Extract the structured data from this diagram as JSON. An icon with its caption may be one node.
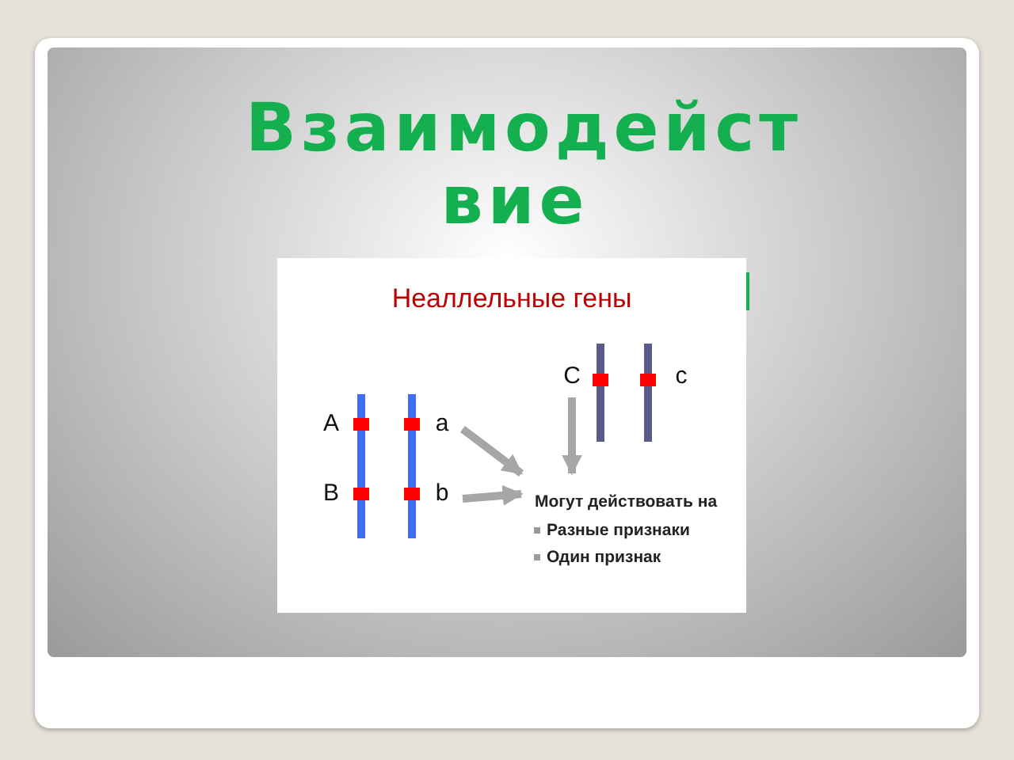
{
  "diagram": {
    "title": "Взаимодейст вие",
    "nodes": [
      {
        "text": [
          "Неаллельные гены"
        ]
      },
      {
        "text": [
          "A"
        ],
        "in": 0
      },
      {
        "text": [
          "a"
        ],
        "in": 0
      },
      {
        "text": [
          "B"
        ],
        "in": 0
      },
      {
        "text": [
          "b"
        ],
        "in": 0
      },
      {
        "text": [
          "C"
        ],
        "in": 0
      },
      {
        "text": [
          "c"
        ],
        "in": 0
      },
      {
        "text": [
          "Могут действовать на",
          "Разные признаки",
          "Один признак"
        ],
        "in": 0
      }
    ],
    "edges": [
      {
        "from": 2,
        "to": 7,
        "arrow": "to"
      },
      {
        "from": 4,
        "to": 7,
        "arrow": "to"
      },
      {
        "from": 5,
        "to": 7,
        "arrow": "to"
      }
    ]
  }
}
